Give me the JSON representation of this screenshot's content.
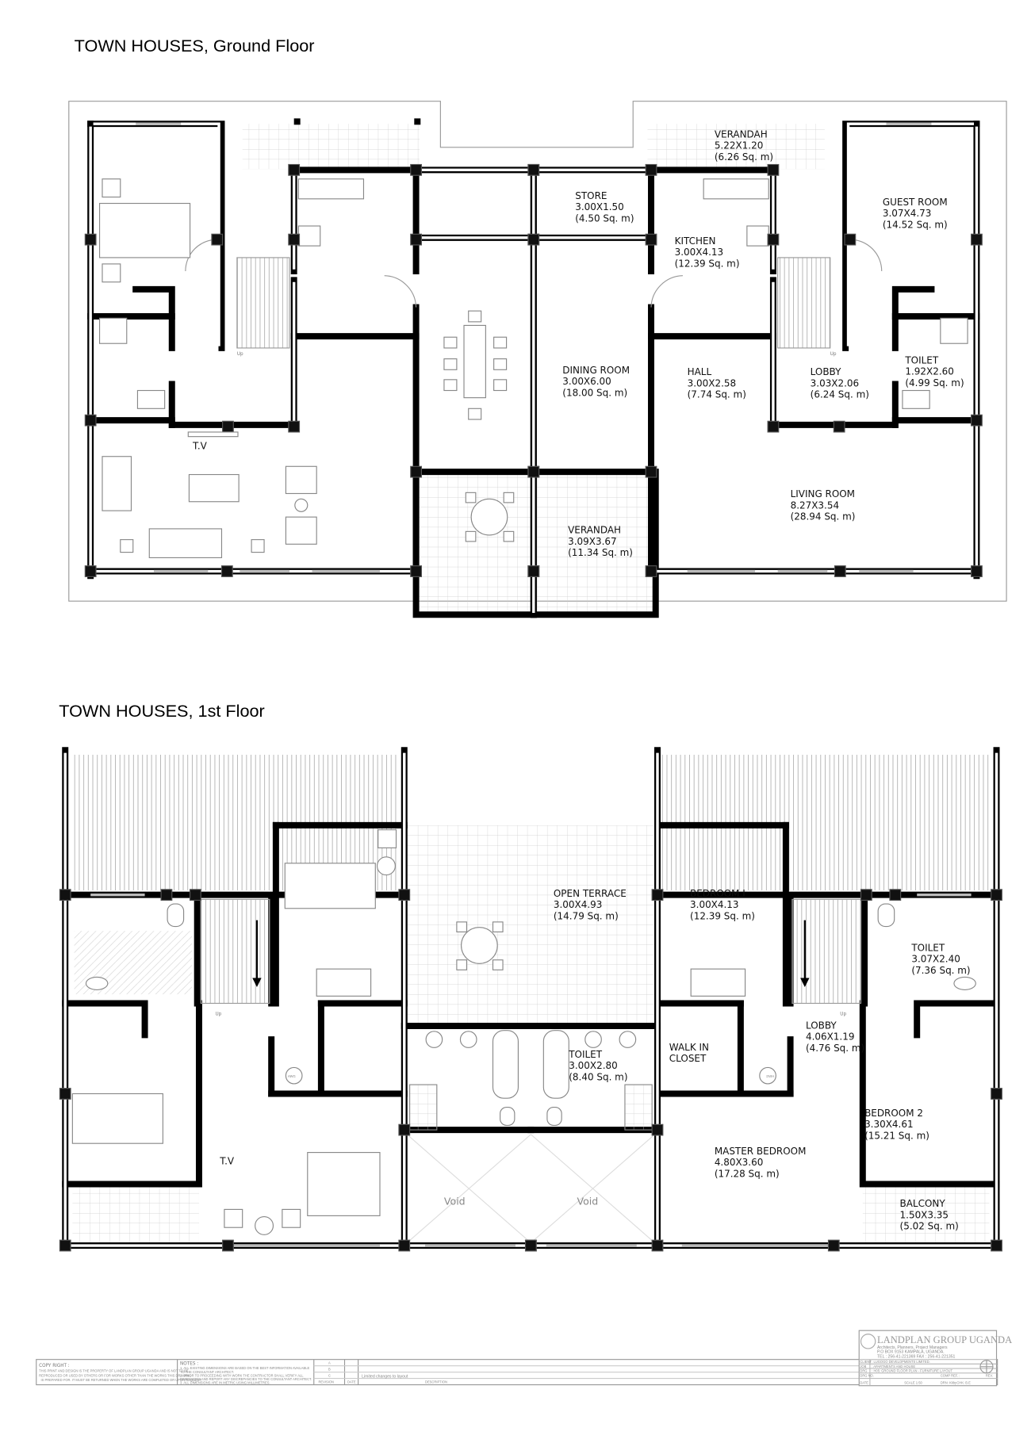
{
  "ground_floor": {
    "title": "TOWN HOUSES, Ground Floor",
    "rooms": [
      {
        "name": "VERANDAH",
        "dims": "5.22X1.20",
        "area": "(6.26 Sq. m)"
      },
      {
        "name": "STORE",
        "dims": "3.00X1.50",
        "area": "(4.50 Sq. m)"
      },
      {
        "name": "KITCHEN",
        "dims": "3.00X4.13",
        "area": "(12.39 Sq. m)"
      },
      {
        "name": "GUEST ROOM",
        "dims": "3.07X4.73",
        "area": "(14.52 Sq. m)"
      },
      {
        "name": "DINING ROOM",
        "dims": "3.00X6.00",
        "area": "(18.00 Sq. m)"
      },
      {
        "name": "HALL",
        "dims": "3.00X2.58",
        "area": "(7.74 Sq. m)"
      },
      {
        "name": "LOBBY",
        "dims": "3.03X2.06",
        "area": "(6.24 Sq. m)"
      },
      {
        "name": "TOILET",
        "dims": "1.92X2.60",
        "area": "(4.99 Sq. m)"
      },
      {
        "name": "LIVING ROOM",
        "dims": "8.27X3.54",
        "area": "(28.94 Sq. m)"
      },
      {
        "name": "VERANDAH",
        "dims": "3.09X3.67",
        "area": "(11.34 Sq. m)"
      }
    ],
    "tv_label": "T.V",
    "stair_label": "Up"
  },
  "first_floor": {
    "title": "TOWN HOUSES, 1st Floor",
    "rooms": [
      {
        "name": "OPEN TERRACE",
        "dims": "3.00X4.93",
        "area": "(14.79 Sq. m)"
      },
      {
        "name": "BEDROOM I",
        "dims": "3.00X4.13",
        "area": "(12.39 Sq. m)"
      },
      {
        "name": "TOILET",
        "dims": "3.07X2.40",
        "area": "(7.36 Sq. m)"
      },
      {
        "name": "LOBBY",
        "dims": "4.06X1.19",
        "area": "(4.76 Sq. m)"
      },
      {
        "name": "WALK IN",
        "dims": "CLOSET",
        "area": ""
      },
      {
        "name": "TOILET",
        "dims": "3.00X2.80",
        "area": "(8.40 Sq. m)"
      },
      {
        "name": "BEDROOM 2",
        "dims": "3.30X4.61",
        "area": "(15.21 Sq. m)"
      },
      {
        "name": "MASTER BEDROOM",
        "dims": "4.80X3.60",
        "area": "(17.28 Sq. m)"
      },
      {
        "name": "BALCONY",
        "dims": "1.50X3.35",
        "area": "(5.02 Sq. m)"
      }
    ],
    "void_label": "Void",
    "tv_label": "T.V",
    "stair_label": "Up",
    "hwg_label": "HWG"
  },
  "title_block": {
    "company": "LANDPLAN GROUP UGANDA",
    "tagline": "Architects, Planners, Project Managers",
    "address": "P.O BOX 9153 KAMPALA, UGANDA.",
    "phone": "TEL : 256-41-221369   FAX : 256-41-221351",
    "client_label": "CLIENT",
    "client": ": LUGOGO DEVELOPMENTS LIMITED.",
    "job_label": "JOB",
    "job": ": APARTMENTS AND HOUSE",
    "drg_label": "DRG",
    "drg": ": H05: GROUND FLOOR PLAN - FURNITURE LAYOUT",
    "drg_no_label": "DRG NO.",
    "comp_ref_label": "COMP REF. :",
    "rev_label": "REV.",
    "date_label": "DATE",
    "scale": "SCALE 1:50",
    "drawn": "DRN: Kkby",
    "checked": "CHK: B.E"
  },
  "footer": {
    "copyright_title": "COPY RIGHT :",
    "copyright_lines": [
      "THIS PRINT AND DESIGN IS THE PROPERTY OF LANDPLAN GROUP UGANDA AND IS NOT TO BE",
      "REPRODUCED OR USED BY OTHERS OR FOR WORKS OTHER THAN THE WORKS THIS DRAWING",
      "IS PREPARED FOR. IT MUST BE RETURNED WHEN THE WORKS ARE COMPLETED OR UPON REQUEST."
    ],
    "notes_title": "NOTES :",
    "notes_lines": [
      "1. ALL EXISTING DIMENSIONS ARE BASED ON THE BEST INFORMATION AVAILABLE",
      "   TO THE CONSULTANT ARCHITECT.",
      "2. PRIOR TO PROCEEDING WITH WORK THE CONTRACTOR SHALL VERIFY ALL",
      "   DIMENSIONS AND REPORT ANY DISCREPANCIES TO THE CONSULTANT ARCHITECT.",
      "3. ALL DIMENSIONS ARE IN METRIC USING MILLIMETRES."
    ],
    "revisions": [
      "A",
      "B",
      "C"
    ],
    "revision_header": "REVISION",
    "date_header": "DATE",
    "description_header": "DESCRIPTION",
    "revision_c_description": "Limited changes to layout"
  }
}
